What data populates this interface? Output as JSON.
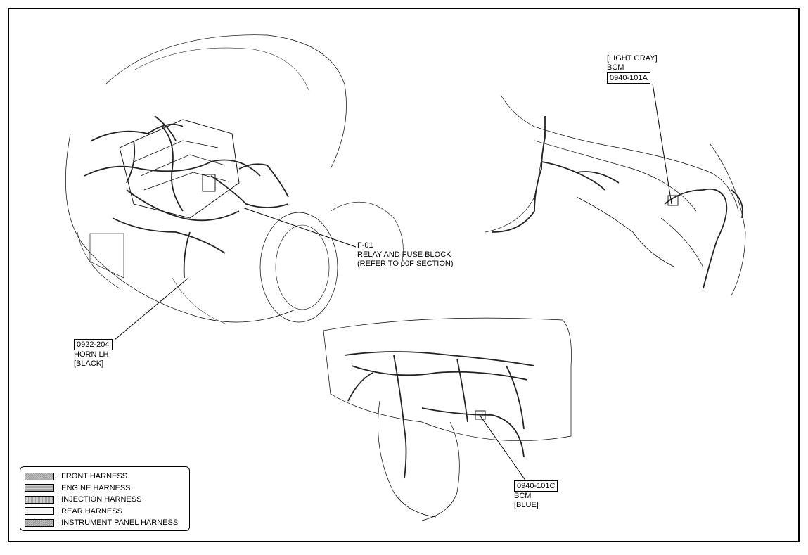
{
  "callouts": {
    "relay": {
      "code": "F-01",
      "line1": "RELAY AND FUSE BLOCK",
      "line2": "(REFER TO 00F SECTION)"
    },
    "horn": {
      "code": "0922-204",
      "line1": "HORN LH",
      "line2": "[BLACK]"
    },
    "bcm_a": {
      "color": "[LIGHT GRAY]",
      "name": "BCM",
      "code": "0940-101A"
    },
    "bcm_c": {
      "code": "0940-101C",
      "name": "BCM",
      "color": "[BLUE]"
    }
  },
  "legend": {
    "items": [
      {
        "label": ": FRONT HARNESS"
      },
      {
        "label": ": ENGINE HARNESS"
      },
      {
        "label": ": INJECTION HARNESS"
      },
      {
        "label": ": REAR HARNESS"
      },
      {
        "label": ": INSTRUMENT PANEL HARNESS"
      }
    ]
  }
}
